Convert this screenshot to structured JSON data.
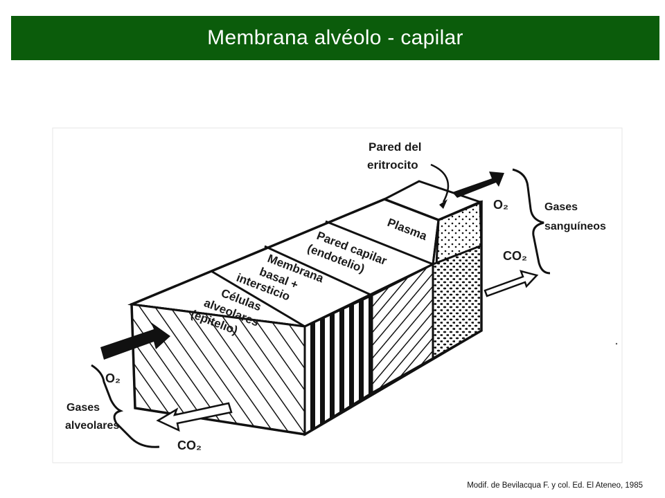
{
  "title": "Membrana alvéolo - capilar",
  "credit": "Modif. de Bevilacqua F. y col. Ed. El Ateneo, 1985",
  "diagram": {
    "layers": [
      {
        "lines": [
          "Células",
          "alveolares",
          "(epitelio)"
        ]
      },
      {
        "lines": [
          "Membrana",
          "basal +",
          "intersticio"
        ]
      },
      {
        "lines": [
          "Pared capilar",
          "(endotelio)"
        ]
      },
      {
        "lines": [
          "Plasma"
        ]
      }
    ],
    "pared_eritrocito": [
      "Pared del",
      "eritrocito"
    ],
    "gases_sanguineos": [
      "Gases",
      "sanguíneos"
    ],
    "gases_alveolares": [
      "Gases",
      "alveolares"
    ],
    "o2_label": "O₂",
    "co2_label": "CO₂"
  }
}
